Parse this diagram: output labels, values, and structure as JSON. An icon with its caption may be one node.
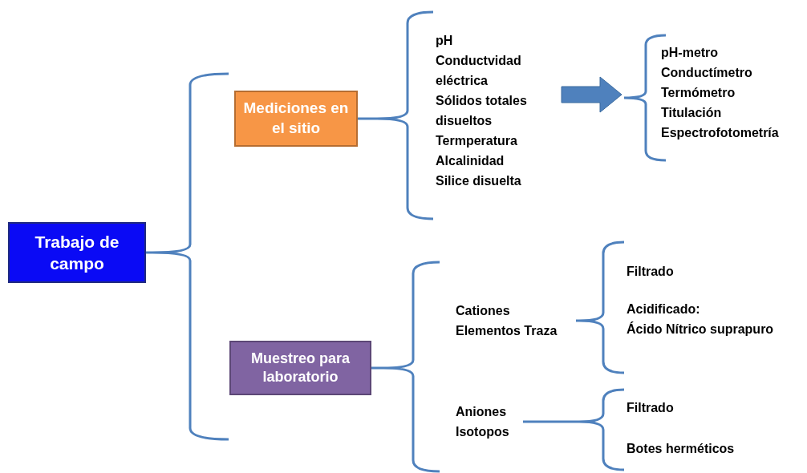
{
  "diagram": {
    "nodes": [
      {
        "text": [
          "Trabajo de campo"
        ]
      },
      {
        "text": [
          "Mediciones en el sitio"
        ]
      },
      {
        "text": [
          "pH",
          "Conductvidad eléctrica",
          "Sólidos totales disueltos",
          "Termperatura",
          "Alcalinidad",
          "Silice disuelta"
        ]
      },
      {
        "text": [
          "pH-metro",
          "Conductímetro",
          "Termómetro",
          "Titulación",
          "Espectrofotometría"
        ]
      },
      {
        "text": [
          "Muestreo para laboratorio"
        ]
      },
      {
        "text": [
          "Cationes",
          "Elementos Traza"
        ]
      },
      {
        "text": [
          "Filtrado",
          "Acidificado:",
          "Ácido Nítrico suprapuro"
        ]
      },
      {
        "text": [
          "Aniones",
          "Isotopos"
        ]
      },
      {
        "text": [
          "Filtrado",
          "Botes herméticos"
        ]
      }
    ],
    "edges": [
      {
        "from": 0,
        "to": 1,
        "arrow": "none"
      },
      {
        "from": 0,
        "to": 4,
        "arrow": "none"
      },
      {
        "from": 1,
        "to": 2,
        "arrow": "none"
      },
      {
        "from": 2,
        "to": 3,
        "arrow": "to",
        "style": "thick"
      },
      {
        "from": 4,
        "to": 5,
        "arrow": "none"
      },
      {
        "from": 4,
        "to": 7,
        "arrow": "none"
      },
      {
        "from": 5,
        "to": 6,
        "arrow": "none"
      },
      {
        "from": 7,
        "to": 8,
        "arrow": "none"
      }
    ]
  }
}
